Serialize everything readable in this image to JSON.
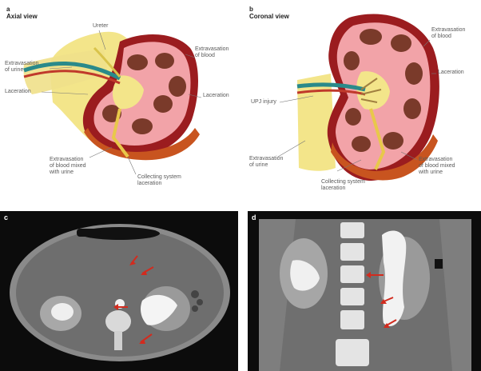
{
  "panel_a": {
    "letter": "a",
    "title": "Axial view",
    "labels": {
      "ureter": "Ureter",
      "extravasation_urine": "Extravasation\nof urine",
      "laceration": "Laceration",
      "extravasation_blood": "Extravasation\nof blood",
      "laceration_right": "Laceration",
      "extravasation_mixed": "Extravasation\nof blood mixed\nwith urine",
      "collecting_system": "Collecting system\nlaceration"
    }
  },
  "panel_b": {
    "letter": "b",
    "title": "Coronal view",
    "labels": {
      "extravasation_blood": "Extravasation\nof blood",
      "laceration": "Laceration",
      "uretero_pelvic": "UPJ injury",
      "extravasation_urine": "Extravasation\nof urine",
      "collecting_system": "Collecting system\nlaceration",
      "extravasation_mixed": "Extravasation\nof blood mixed\nwith urine"
    }
  },
  "panel_c": {
    "letter": "c"
  },
  "panel_d": {
    "letter": "d"
  },
  "colors": {
    "fat": "#f3e58a",
    "capsule": "#9b1c1f",
    "cortex": "#f2a3a8",
    "medulla": "#7a3a2a",
    "hematoma": "#c8541f",
    "urine": "#e8d35a",
    "vein": "#2a8a8a",
    "artery": "#c0392b",
    "arrow": "#d22b1e"
  }
}
